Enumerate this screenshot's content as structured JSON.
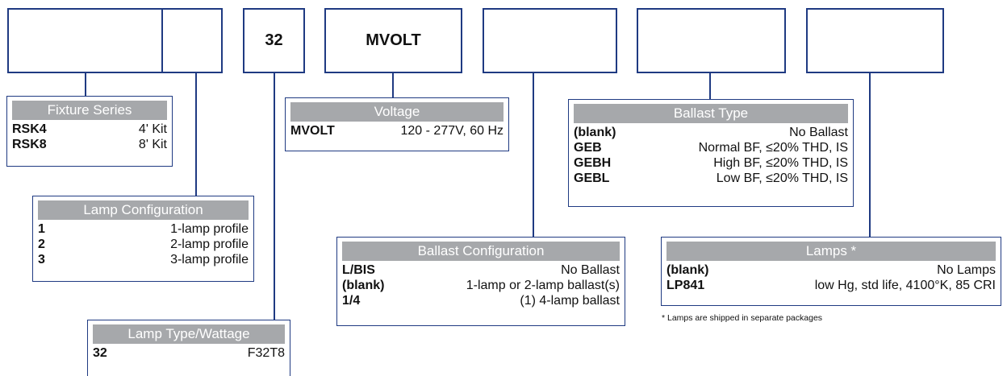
{
  "code_boxes": {
    "fixture": "",
    "lamp_config": "",
    "lamp_type": "32",
    "voltage": "MVOLT",
    "ballast_config": "",
    "ballast_type": "",
    "lamps": ""
  },
  "fixture_series": {
    "title": "Fixture Series",
    "rows": [
      {
        "code": "RSK4",
        "desc": "4' Kit"
      },
      {
        "code": "RSK8",
        "desc": "8' Kit"
      }
    ]
  },
  "lamp_configuration": {
    "title": "Lamp Configuration",
    "rows": [
      {
        "code": "1",
        "desc": "1-lamp profile"
      },
      {
        "code": "2",
        "desc": "2-lamp profile"
      },
      {
        "code": "3",
        "desc": "3-lamp profile"
      }
    ]
  },
  "lamp_type_wattage": {
    "title": "Lamp Type/Wattage",
    "rows": [
      {
        "code": "32",
        "desc": "F32T8"
      }
    ]
  },
  "voltage": {
    "title": "Voltage",
    "rows": [
      {
        "code": "MVOLT",
        "desc": "120 - 277V, 60 Hz"
      }
    ]
  },
  "ballast_configuration": {
    "title": "Ballast Configuration",
    "rows": [
      {
        "code": "L/BIS",
        "desc": "No Ballast"
      },
      {
        "code": "(blank)",
        "desc": "1-lamp or 2-lamp ballast(s)"
      },
      {
        "code": "1/4",
        "desc": "(1) 4-lamp ballast"
      }
    ]
  },
  "ballast_type": {
    "title": "Ballast Type",
    "rows": [
      {
        "code": "(blank)",
        "desc": "No Ballast"
      },
      {
        "code": "GEB",
        "desc": "Normal BF, ≤20% THD, IS"
      },
      {
        "code": "GEBH",
        "desc": "High BF, ≤20% THD, IS"
      },
      {
        "code": "GEBL",
        "desc": "Low BF, ≤20% THD, IS"
      }
    ]
  },
  "lamps": {
    "title": "Lamps *",
    "rows": [
      {
        "code": "(blank)",
        "desc": "No Lamps"
      },
      {
        "code": "LP841",
        "desc": "low Hg, std life, 4100°K, 85 CRI"
      }
    ],
    "footnote": "* Lamps are shipped in separate packages"
  }
}
